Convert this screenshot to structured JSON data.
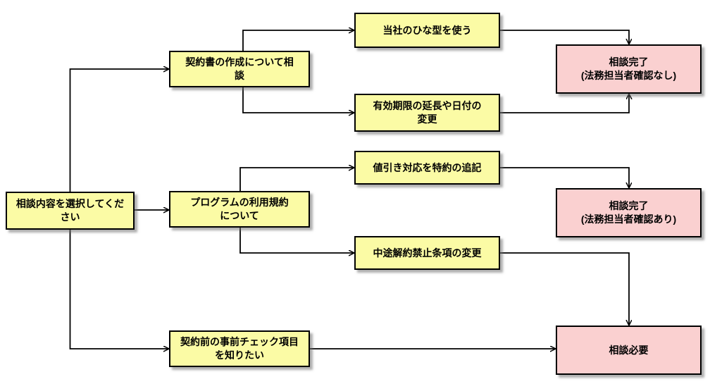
{
  "diagram": {
    "title": "consultation-routing-flowchart",
    "colors": {
      "node_yellow_fill": "#fbfba5",
      "node_pink_fill": "#fad0d0",
      "node_border": "#000000",
      "edge_stroke": "#000000",
      "background": "#ffffff"
    },
    "nodes": [
      {
        "id": "start",
        "type": "question",
        "fill": "#fbfba5",
        "label": "相談内容を選択してくだ\nさい"
      },
      {
        "id": "contract-draft",
        "type": "option",
        "fill": "#fbfba5",
        "label": "契約書の作成について相\n談"
      },
      {
        "id": "program-terms",
        "type": "option",
        "fill": "#fbfba5",
        "label": "プログラムの利用規約\nについて"
      },
      {
        "id": "pre-check",
        "type": "option",
        "fill": "#fbfba5",
        "label": "契約前の事前チェック項目\nを知りたい"
      },
      {
        "id": "use-template",
        "type": "option",
        "fill": "#fbfba5",
        "label": "当社のひな型を使う"
      },
      {
        "id": "extend-date",
        "type": "option",
        "fill": "#fbfba5",
        "label": "有効期限の延長や日付の\n変更"
      },
      {
        "id": "discount-clause",
        "type": "option",
        "fill": "#fbfba5",
        "label": "値引き対応を特約の追記"
      },
      {
        "id": "cancel-clause",
        "type": "option",
        "fill": "#fbfba5",
        "label": "中途解約禁止条項の変更"
      },
      {
        "id": "done-no-review",
        "type": "result",
        "fill": "#fad0d0",
        "label": "相談完了\n(法務担当者確認なし)"
      },
      {
        "id": "done-with-review",
        "type": "result",
        "fill": "#fad0d0",
        "label": "相談完了\n(法務担当者確認あり)"
      },
      {
        "id": "consult-needed",
        "type": "result",
        "fill": "#fad0d0",
        "label": "相談必要"
      }
    ],
    "edges": [
      {
        "from": "start",
        "to": "contract-draft"
      },
      {
        "from": "start",
        "to": "program-terms"
      },
      {
        "from": "start",
        "to": "pre-check"
      },
      {
        "from": "contract-draft",
        "to": "use-template"
      },
      {
        "from": "contract-draft",
        "to": "extend-date"
      },
      {
        "from": "program-terms",
        "to": "discount-clause"
      },
      {
        "from": "program-terms",
        "to": "cancel-clause"
      },
      {
        "from": "use-template",
        "to": "done-no-review"
      },
      {
        "from": "extend-date",
        "to": "done-no-review"
      },
      {
        "from": "discount-clause",
        "to": "done-with-review"
      },
      {
        "from": "cancel-clause",
        "to": "consult-needed"
      },
      {
        "from": "pre-check",
        "to": "consult-needed"
      }
    ]
  }
}
